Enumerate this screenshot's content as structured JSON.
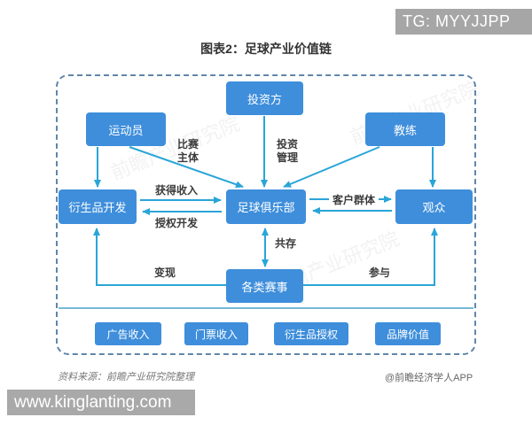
{
  "overlays": {
    "tg_banner": "TG: MYYJJPP",
    "site_banner": "www.kinglanting.com"
  },
  "title": "图表2：足球产业价值链",
  "watermark": "前瞻产业研究院",
  "nodes": {
    "investor": "投资方",
    "athlete": "运动员",
    "coach": "教练",
    "derivatives": "衍生品开发",
    "club": "足球俱乐部",
    "audience": "观众",
    "events": "各类赛事"
  },
  "edge_labels": {
    "match_subject": [
      "比赛",
      "主体"
    ],
    "investment_mgmt": [
      "投资",
      "管理"
    ],
    "earn_income": "获得收入",
    "licensed_dev": "授权开发",
    "customer_group": "客户群体",
    "coexist": "共存",
    "monetize": "变现",
    "participate": "参与"
  },
  "revenue_items": [
    "广告收入",
    "门票收入",
    "衍生品授权",
    "品牌价值"
  ],
  "footer": {
    "source": "资料来源：前瞻产业研究院整理",
    "credit": "@前瞻经济学人APP"
  },
  "colors": {
    "node_blue": "#3e8edb",
    "arrow_blue": "#2aa5d8",
    "dashed_border": "#5f86ab",
    "banner_gray": "#a6a6a6",
    "separator_blue": "#4aa4c9"
  }
}
